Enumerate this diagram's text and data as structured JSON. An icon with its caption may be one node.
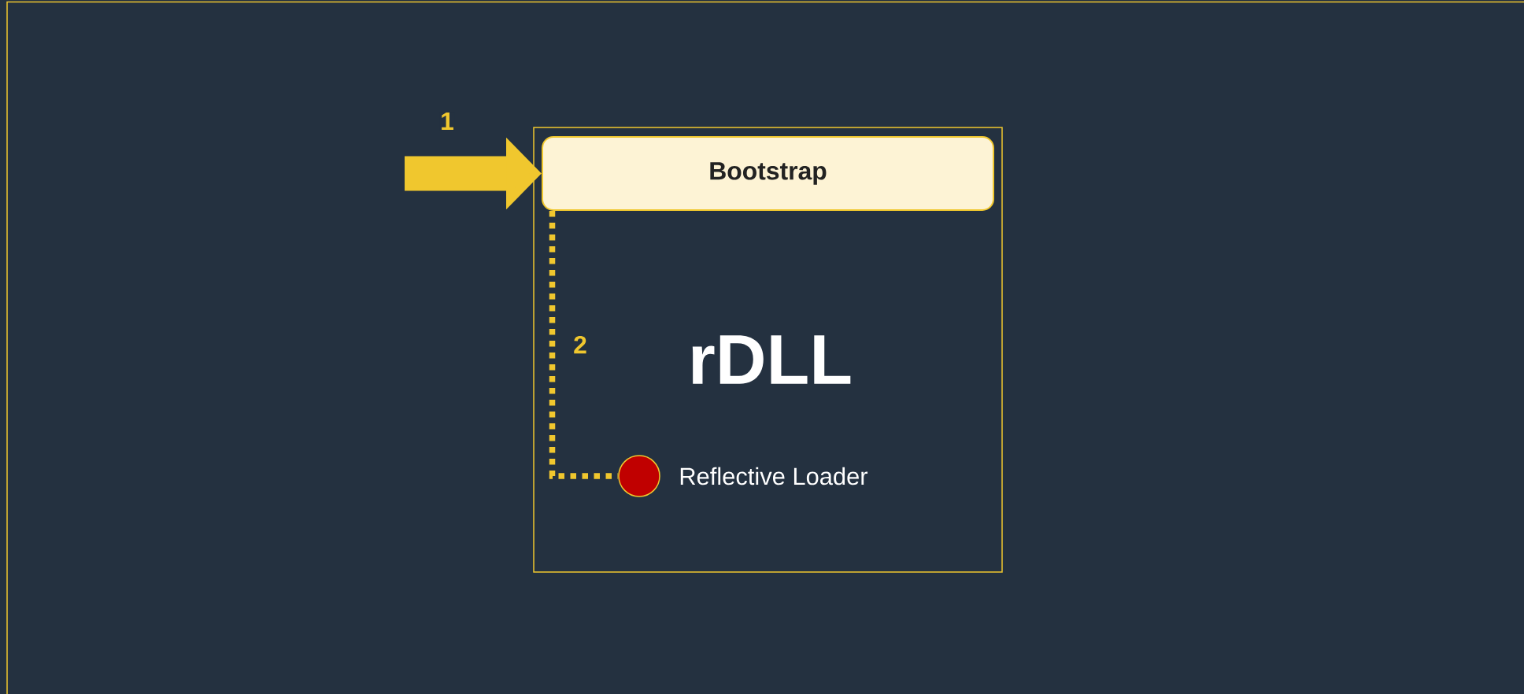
{
  "diagram": {
    "nodes": [
      {
        "text": [
          "rDLL"
        ]
      },
      {
        "text": [
          "Bootstrap"
        ],
        "in": 0
      },
      {
        "text": [],
        "shape": "circle",
        "in": 0,
        "beside": [
          "Reflective Loader"
        ]
      }
    ],
    "edges": [
      {
        "from": null,
        "to": 1,
        "arrow": "to",
        "label": "1",
        "style": "thick"
      },
      {
        "from": 1,
        "to": 2,
        "arrow": "none",
        "label": "2",
        "style": "dashed"
      }
    ]
  }
}
